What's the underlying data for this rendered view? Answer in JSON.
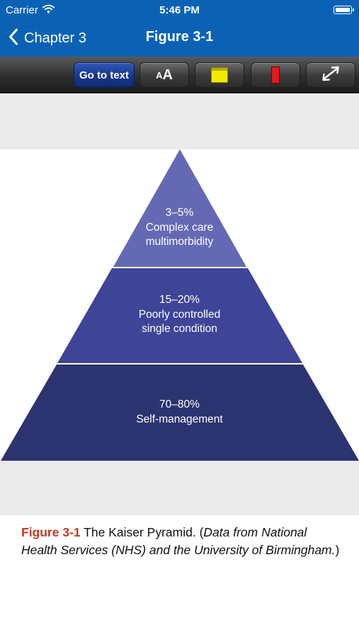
{
  "status_bar": {
    "carrier": "Carrier",
    "time": "5:46 PM"
  },
  "nav": {
    "back_label": "Chapter 3",
    "title": "Figure 3-1"
  },
  "toolbar": {
    "goto_label": "Go to text",
    "font_small": "A",
    "font_large": "A"
  },
  "figure": {
    "tiers": [
      {
        "line1": "3–5%",
        "line2": "Complex care",
        "line3": "multimorbidity",
        "color": "#6469b4"
      },
      {
        "line1": "15–20%",
        "line2": "Poorly controlled",
        "line3": "single condition",
        "color": "#3e4496"
      },
      {
        "line1": "70–80%",
        "line2": "Self-management",
        "color": "#2b3470"
      }
    ]
  },
  "caption": {
    "label": "Figure 3-1",
    "text": " The Kaiser Pyramid. (",
    "source": "Data from National Health Services (NHS) and the University of Birmingham.",
    "close": ")"
  },
  "colors": {
    "nav_blue": "#0b62b5",
    "caption_red": "#c23a1e"
  }
}
